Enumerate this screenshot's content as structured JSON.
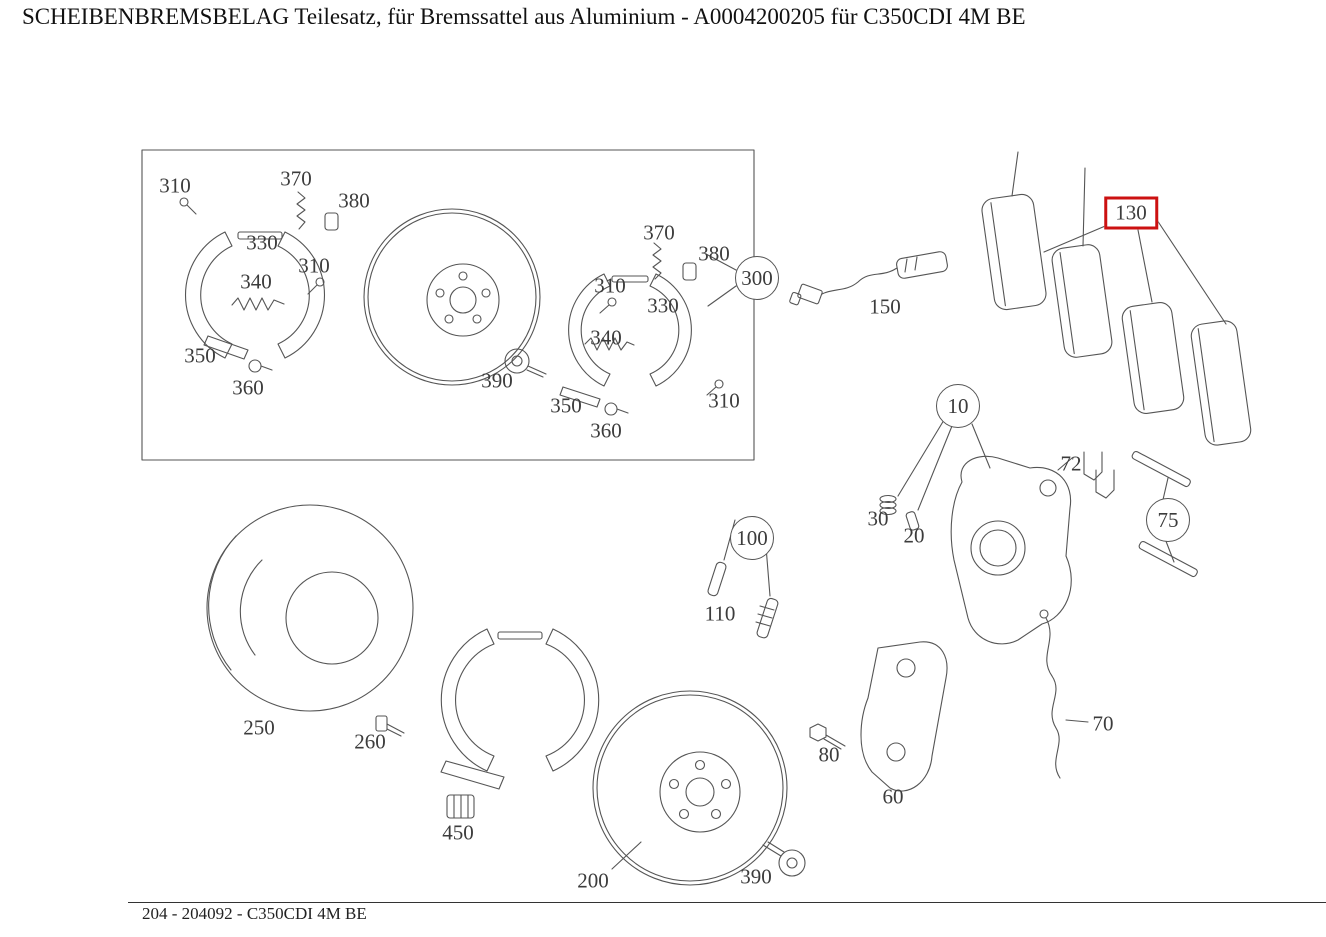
{
  "page": {
    "title": "SCHEIBENBREMSBELAG Teilesatz, für Bremssattel aus Aluminium - A0004200205 für C350CDI 4M BE",
    "footer": "204 - 204092 - C350CDI 4M BE"
  },
  "colors": {
    "highlight": "#cc1111",
    "line": "#555555",
    "label": "#3c3c3c"
  },
  "highlighted_part": "130",
  "labels": [
    {
      "text": "310"
    },
    {
      "text": "370"
    },
    {
      "text": "380"
    },
    {
      "text": "330"
    },
    {
      "text": "310"
    },
    {
      "text": "340"
    },
    {
      "text": "350"
    },
    {
      "text": "360"
    },
    {
      "text": "390"
    },
    {
      "text": "370"
    },
    {
      "text": "380"
    },
    {
      "text": "310"
    },
    {
      "text": "330"
    },
    {
      "text": "340"
    },
    {
      "text": "350"
    },
    {
      "text": "360"
    },
    {
      "text": "310"
    },
    {
      "text": "300",
      "circled": true
    },
    {
      "text": "150"
    },
    {
      "text": "130",
      "highlighted": true
    },
    {
      "text": "10",
      "circled": true
    },
    {
      "text": "30"
    },
    {
      "text": "20"
    },
    {
      "text": "72"
    },
    {
      "text": "75",
      "circled": true
    },
    {
      "text": "100",
      "circled": true
    },
    {
      "text": "110"
    },
    {
      "text": "70"
    },
    {
      "text": "80"
    },
    {
      "text": "60"
    },
    {
      "text": "250"
    },
    {
      "text": "260"
    },
    {
      "text": "450"
    },
    {
      "text": "200"
    },
    {
      "text": "390"
    }
  ]
}
